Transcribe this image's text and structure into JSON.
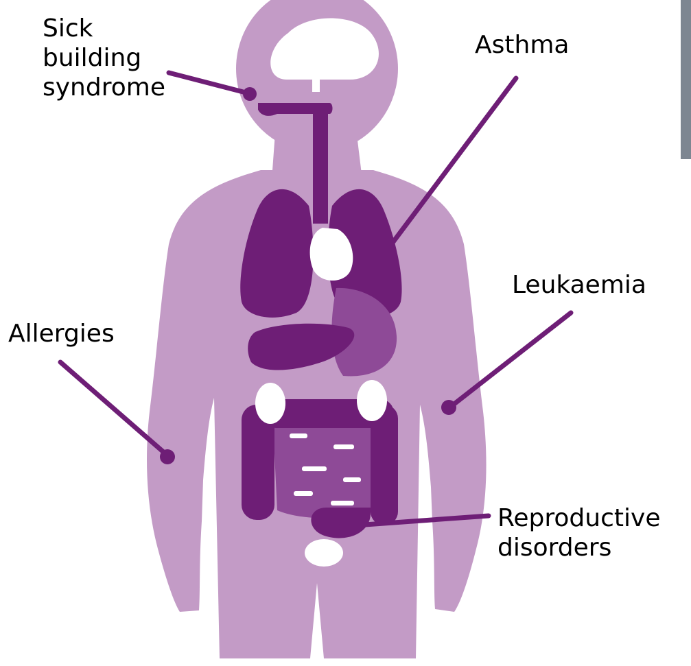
{
  "labels": {
    "sick_building_syndrome": "Sick\nbuilding\nsyndrome",
    "asthma": "Asthma",
    "leukaemia": "Leukaemia",
    "allergies": "Allergies",
    "reproductive_disorders": "Reproductive\ndisorders"
  },
  "colors": {
    "body": "#C39BC6",
    "organ_dark": "#6E1E76",
    "organ_mid": "#8E4A97",
    "highlight": "#FFFFFF",
    "leader": "#6E1E76"
  }
}
